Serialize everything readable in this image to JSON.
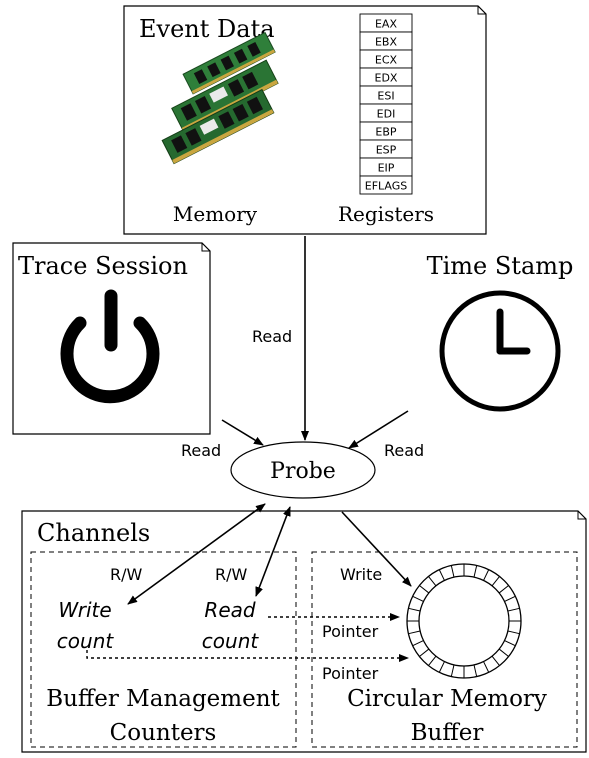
{
  "event_data": {
    "title": "Event Data",
    "memory_label": "Memory",
    "registers_label": "Registers",
    "registers": [
      "EAX",
      "EBX",
      "ECX",
      "EDX",
      "ESI",
      "EDI",
      "EBP",
      "ESP",
      "EIP",
      "EFLAGS"
    ]
  },
  "trace_session": {
    "title": "Trace Session"
  },
  "time_stamp": {
    "title": "Time Stamp"
  },
  "probe": {
    "label": "Probe"
  },
  "edges": {
    "read_event": "Read",
    "read_trace": "Read",
    "read_time": "Read",
    "rw_write": "R/W",
    "rw_read": "R/W",
    "write_buffer": "Write",
    "pointer_read": "Pointer",
    "pointer_write": "Pointer"
  },
  "channels": {
    "title": "Channels",
    "write_count": [
      "Write",
      "count"
    ],
    "read_count": [
      "Read",
      "count"
    ],
    "buffer_management": [
      "Buffer Management",
      "Counters"
    ],
    "circular_buffer": [
      "Circular Memory",
      "Buffer"
    ]
  },
  "icons": {
    "memory": "ram-modules-icon",
    "trace_session": "power-icon",
    "time_stamp": "clock-icon"
  }
}
